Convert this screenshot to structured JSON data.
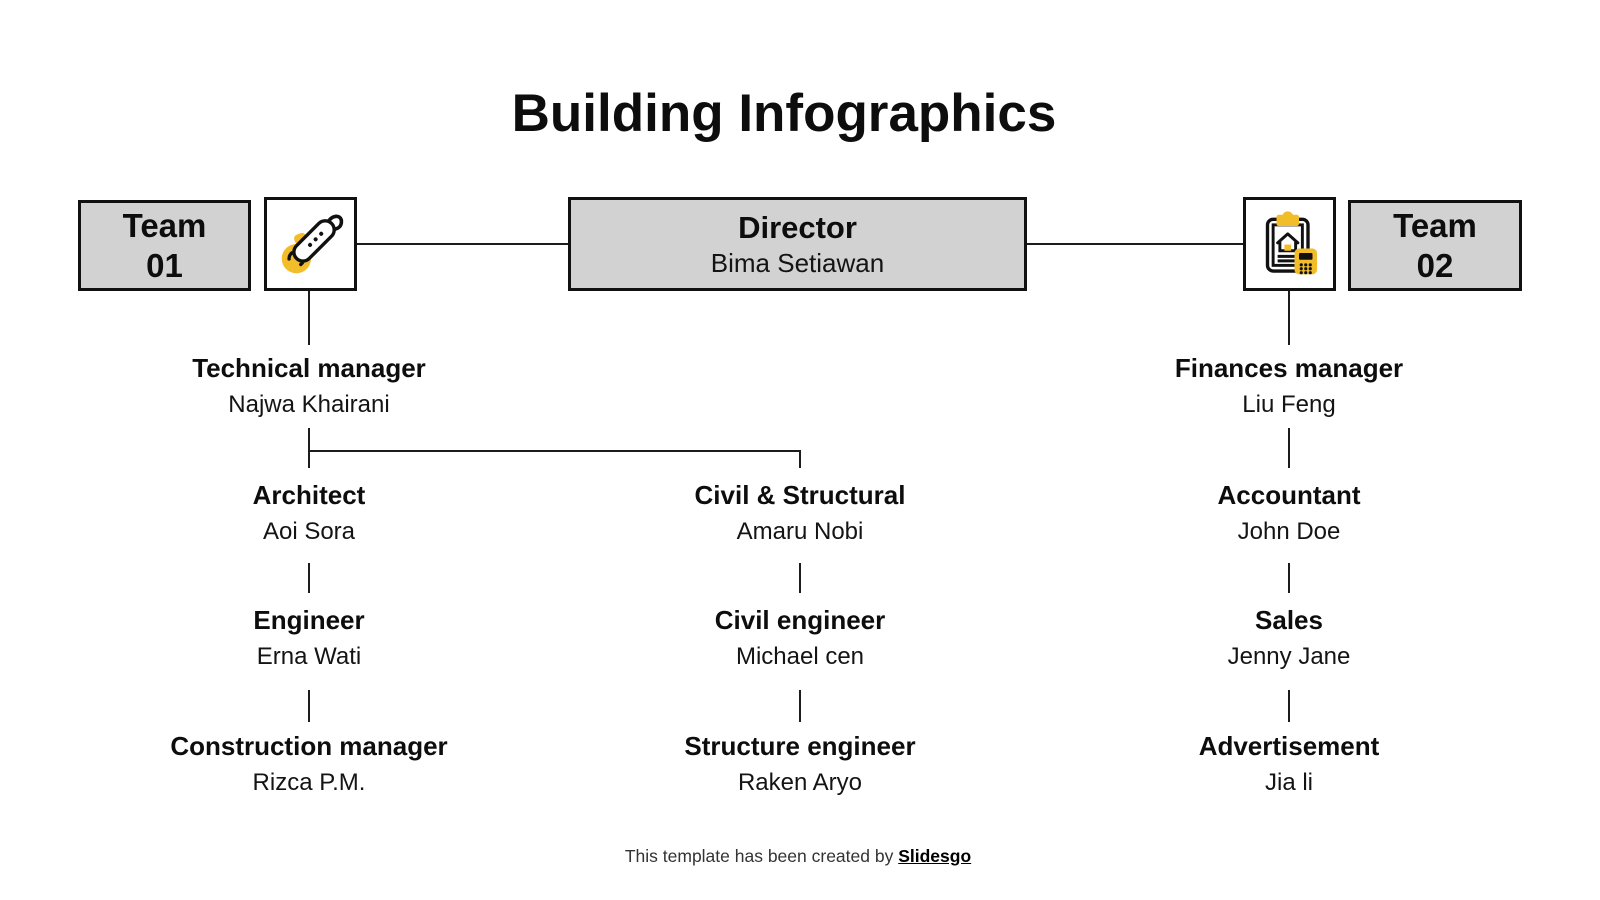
{
  "title": "Building Infographics",
  "colors": {
    "box_fill_gray": "#d2d2d2",
    "box_border": "#111111",
    "accent_yellow": "#f2bd2b",
    "connector_line": "#1c1c1c",
    "background": "#ffffff"
  },
  "header": {
    "team1": {
      "line1": "Team",
      "line2": "01"
    },
    "director": {
      "title": "Director",
      "name": "Bima Setiawan"
    },
    "team2": {
      "line1": "Team",
      "line2": "02"
    },
    "icons": {
      "left": "grinder-tool-icon",
      "right": "clipboard-house-calculator-icon"
    }
  },
  "org": {
    "left": [
      {
        "title": "Technical manager",
        "name": "Najwa Khairani"
      },
      {
        "title": "Architect",
        "name": "Aoi Sora"
      },
      {
        "title": "Engineer",
        "name": "Erna Wati"
      },
      {
        "title": "Construction manager",
        "name": "Rizca P.M."
      }
    ],
    "middle": [
      {
        "title": "Civil & Structural",
        "name": "Amaru Nobi"
      },
      {
        "title": "Civil engineer",
        "name": "Michael cen"
      },
      {
        "title": "Structure engineer",
        "name": "Raken Aryo"
      }
    ],
    "right": [
      {
        "title": "Finances manager",
        "name": "Liu Feng"
      },
      {
        "title": "Accountant",
        "name": "John Doe"
      },
      {
        "title": "Sales",
        "name": "Jenny Jane"
      },
      {
        "title": "Advertisement",
        "name": "Jia li"
      }
    ]
  },
  "footer": {
    "prefix": "This template has been created by ",
    "brand": "Slidesgo"
  }
}
